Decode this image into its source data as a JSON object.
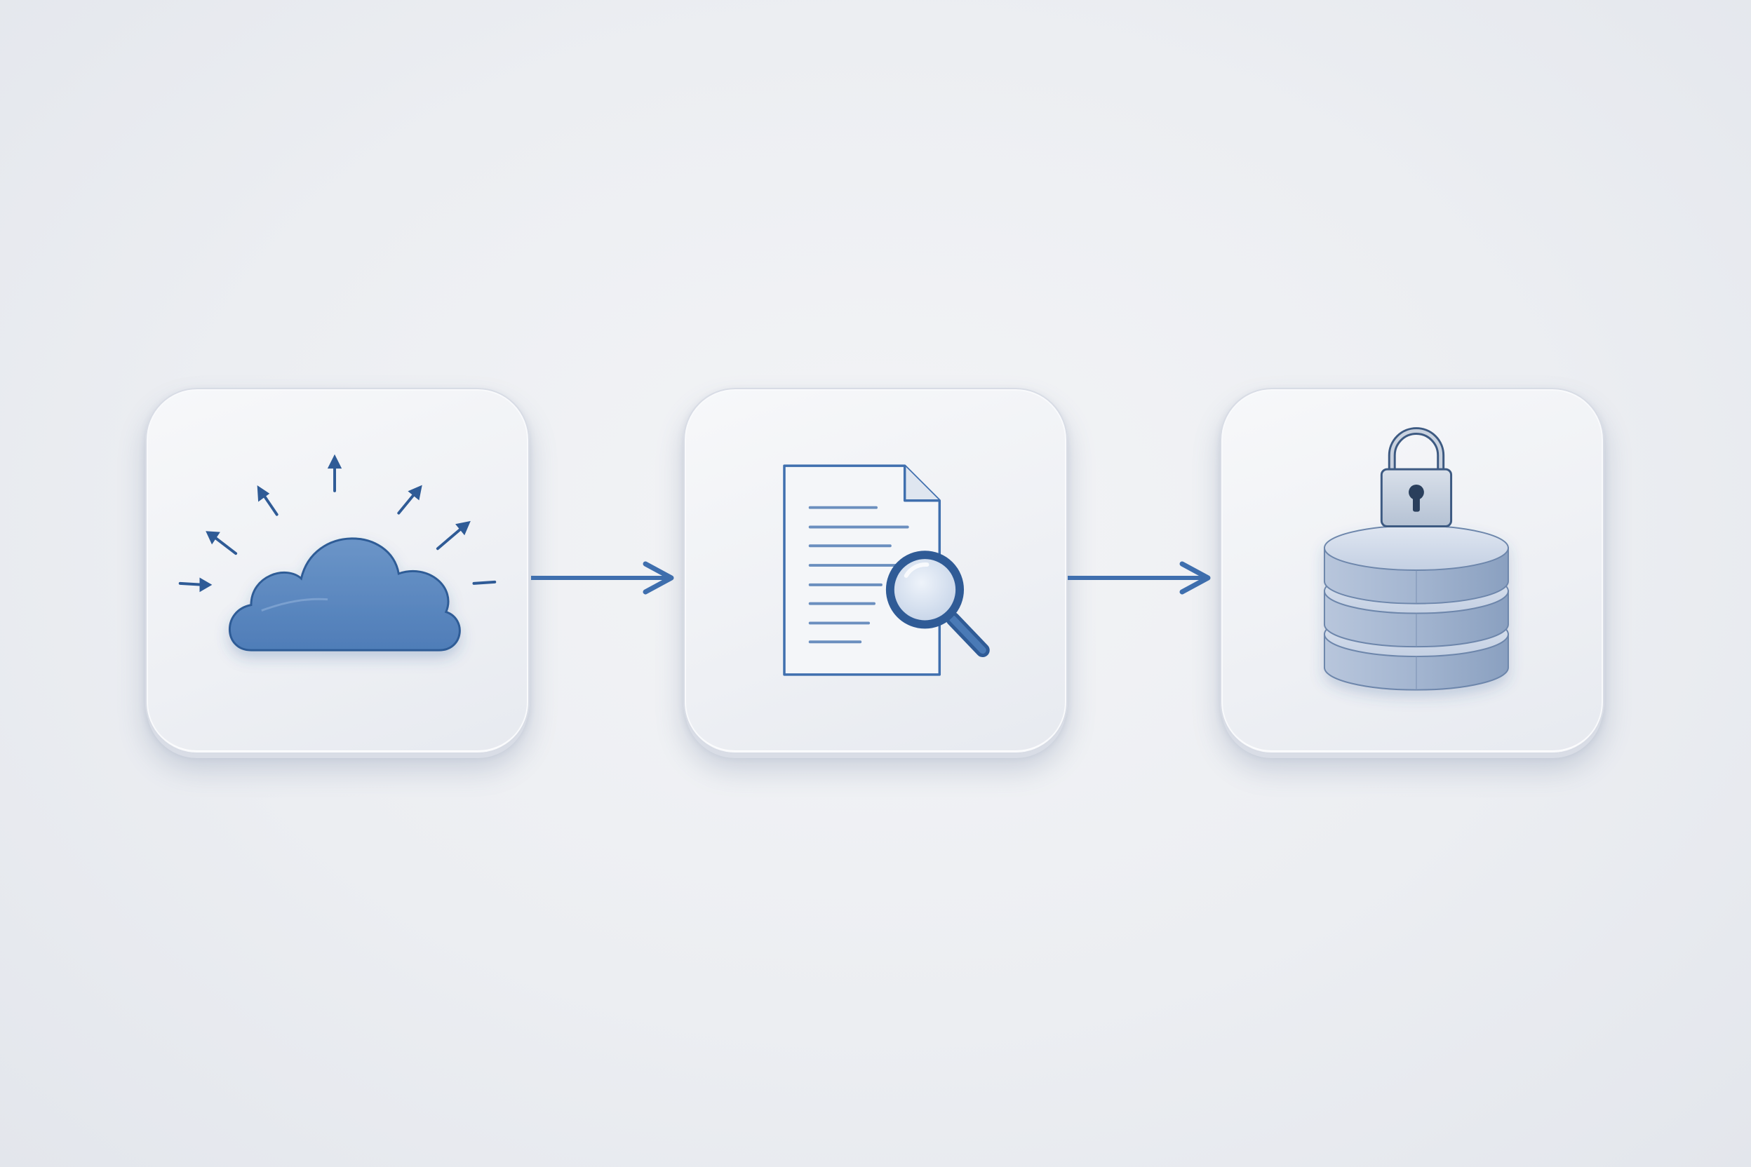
{
  "diagram": {
    "type": "flow",
    "steps": [
      {
        "id": "step-1",
        "icon": "cloud-upload-icon"
      },
      {
        "id": "step-2",
        "icon": "document-search-icon"
      },
      {
        "id": "step-3",
        "icon": "locked-database-icon"
      }
    ],
    "connectors": [
      {
        "from": "step-1",
        "to": "step-2",
        "icon": "arrow-right-icon"
      },
      {
        "from": "step-2",
        "to": "step-3",
        "icon": "arrow-right-icon"
      }
    ]
  },
  "colors": {
    "background": "#eceef2",
    "tile": "#f2f3f6",
    "accent": "#3f6fae",
    "accent_dark": "#2f5b96",
    "icon_fill": "#5b86bd",
    "database_fill": "#a7b8d3",
    "lock_fill": "#c9d2df"
  }
}
